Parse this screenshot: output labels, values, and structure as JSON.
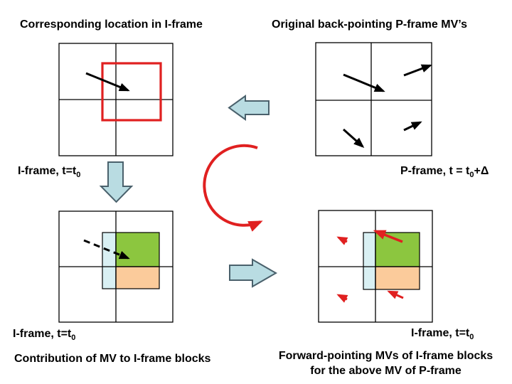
{
  "slide": {
    "titles": {
      "top_left": "Corresponding location in I-frame",
      "top_right": "Original back-pointing P-frame MV’s"
    },
    "frame_labels": {
      "iframe": {
        "prefix": "I-frame, t=t",
        "sub": "0"
      },
      "pframe": {
        "prefix": "P-frame, t = t",
        "sub": "0",
        "suffix": "+Δ"
      }
    },
    "captions": {
      "bottom_left": "Contribution of MV to I-frame blocks",
      "bottom_right_line1": "Forward-pointing MVs of I-frame blocks",
      "bottom_right_line2": "for the above MV of P-frame"
    },
    "colors": {
      "red_accent": "#e02020",
      "green_block": "#8cc63f",
      "peach_block": "#fbcb9b",
      "cyan_block": "#d9f0f3",
      "block_arrow_fill": "#b9dce2",
      "block_arrow_stroke": "#4a616c",
      "mv_arrow": "#000000",
      "grid_line": "#000000"
    }
  }
}
